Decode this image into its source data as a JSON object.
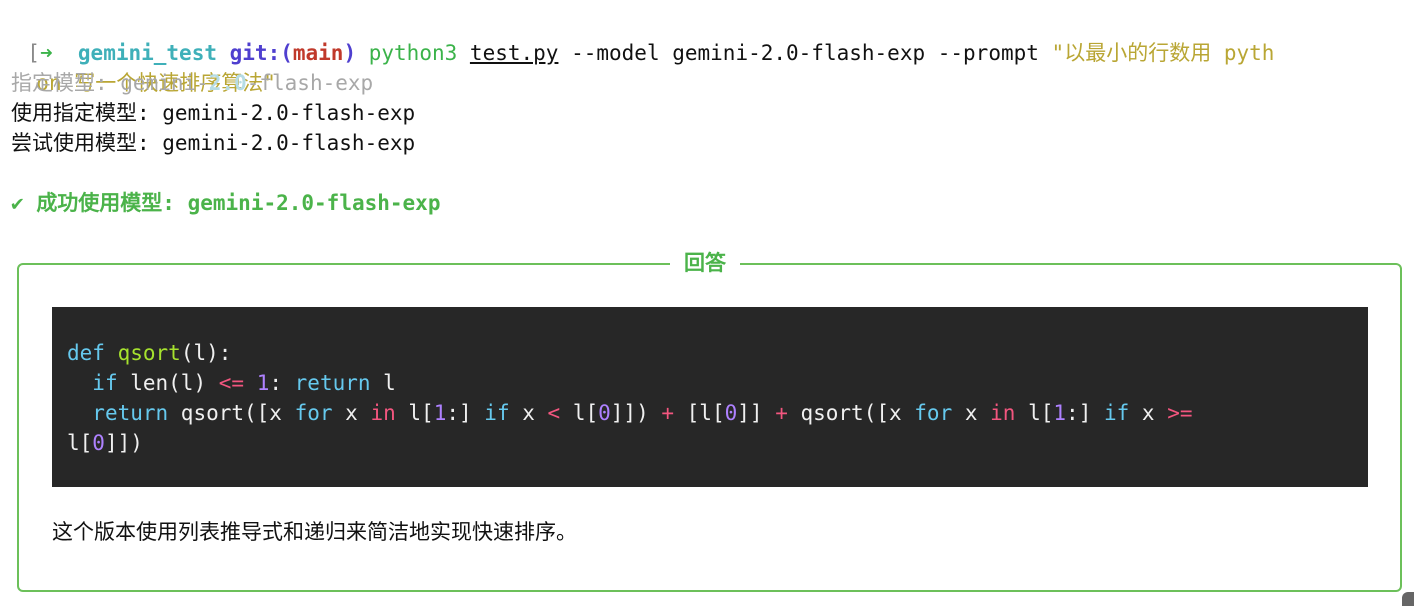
{
  "prompt_line": {
    "bracket": "[",
    "arrow": "➜",
    "dir": "gemini_test",
    "git_label": "git:(",
    "branch": "main",
    "git_close": ")",
    "command": "python3",
    "file": "test.py",
    "options": "--model gemini-2.0-flash-exp --prompt",
    "prompt_part1": "\"以最小的行数用 pyth",
    "prompt_part2": "on 写一个快速排序算法\""
  },
  "output": {
    "specified_prefix": "指定模型: gemini-",
    "specified_hl": "2.0",
    "specified_suffix": "-flash-exp",
    "using": "使用指定模型: gemini-2.0-flash-exp",
    "trying": "尝试使用模型: gemini-2.0-flash-exp",
    "success_icon": "✔",
    "success": "成功使用模型: gemini-2.0-flash-exp"
  },
  "answer": {
    "title": "回答",
    "explanation": "这个版本使用列表推导式和递归来简洁地实现快速排序。",
    "code": {
      "line1": {
        "kw": "def",
        "fn": "qsort",
        "rest": "(l):"
      },
      "line2": {
        "kw1": "if",
        "a": " len(l) ",
        "op": "<=",
        "num": "1",
        "b": ": ",
        "kw2": "return",
        "c": " l"
      },
      "line3": {
        "kw1": "return",
        "a": " qsort([x ",
        "kw2": "for",
        "b": " x ",
        "kw3": "in",
        "c": " l[",
        "num1": "1",
        "d": ":] ",
        "kw4": "if",
        "e": " x ",
        "op1": "<",
        "f": " l[",
        "num2": "0",
        "g": "]]) ",
        "op2": "+",
        "h": " [l[",
        "num3": "0",
        "i": "]] ",
        "op3": "+",
        "j": " qsort([x ",
        "kw5": "for",
        "k": " x ",
        "kw6": "in",
        "l": " l[",
        "num4": "1",
        "m": ":] ",
        "kw7": "if",
        "n": " x ",
        "op4": ">="
      },
      "line4": {
        "a": "l[",
        "num": "0",
        "b": "]])"
      }
    }
  }
}
